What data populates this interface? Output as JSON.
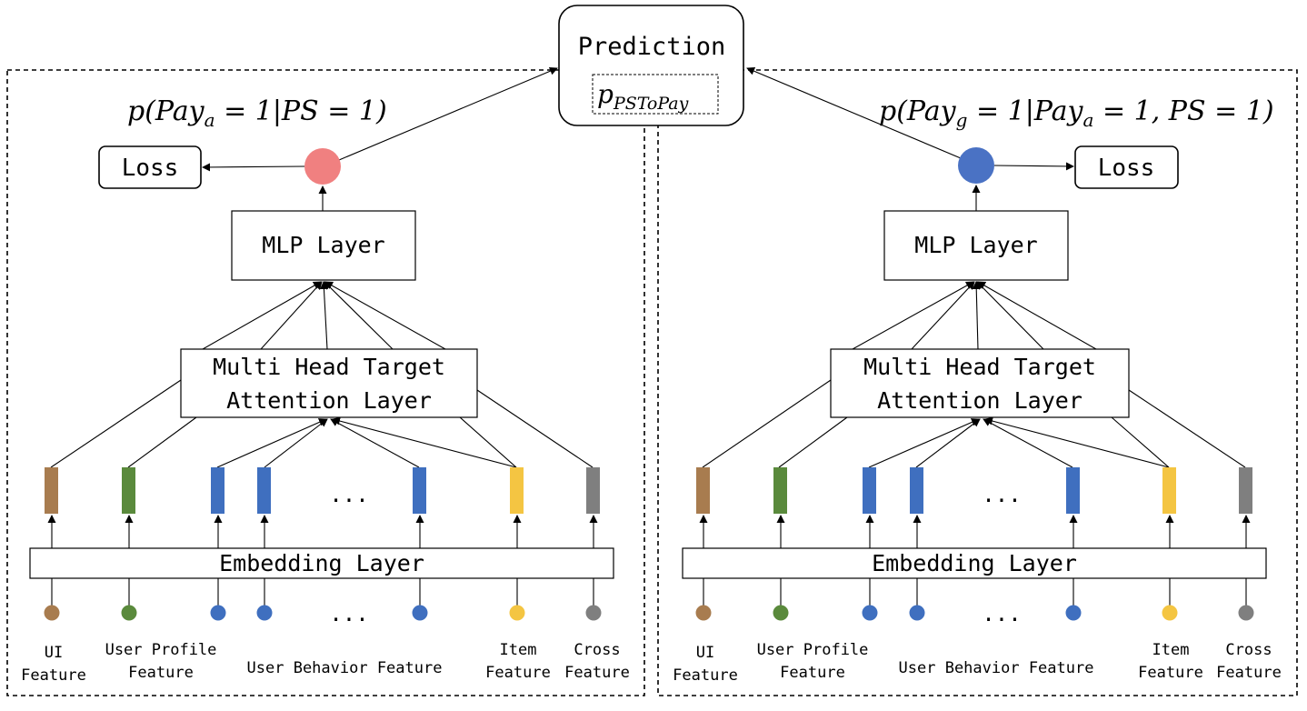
{
  "prediction": {
    "title": "Prediction",
    "formula_main": "p",
    "formula_sub": "PSToPay"
  },
  "left_tower": {
    "probability_label": "p(Payₐ = 1|PS = 1)",
    "loss_label": "Loss",
    "mlp_label": "MLP Layer",
    "attention_label_line1": "Multi Head Target",
    "attention_label_line2": "Attention Layer",
    "embedding_label": "Embedding Layer",
    "ellipsis": "...",
    "output_color": "#f08080"
  },
  "right_tower": {
    "probability_label": "p(Pay_g = 1|Payₐ = 1, PS = 1)",
    "prob_parts": [
      "p(Pay",
      "g",
      " = 1|Pay",
      "a",
      " = 1, PS = 1)"
    ],
    "loss_label": "Loss",
    "mlp_label": "MLP Layer",
    "attention_label_line1": "Multi Head Target",
    "attention_label_line2": "Attention Layer",
    "embedding_label": "Embedding Layer",
    "ellipsis": "...",
    "output_color": "#4a72c4"
  },
  "left_prob_parts": [
    "p(Pay",
    "a",
    " = 1|PS = 1)"
  ],
  "feature_colors": {
    "ui": "#a87c4f",
    "user_profile": "#5a8a3c",
    "user_behavior": "#3f6fbf",
    "item": "#f4c542",
    "cross": "#7f7f7f"
  },
  "feature_labels": {
    "ui_line1": "UI",
    "ui_line2": "Feature",
    "user_profile_line1": "User Profile",
    "user_profile_line2": "Feature",
    "user_behavior": "User Behavior Feature",
    "item_line1": "Item",
    "item_line2": "Feature",
    "cross_line1": "Cross",
    "cross_line2": "Feature"
  }
}
